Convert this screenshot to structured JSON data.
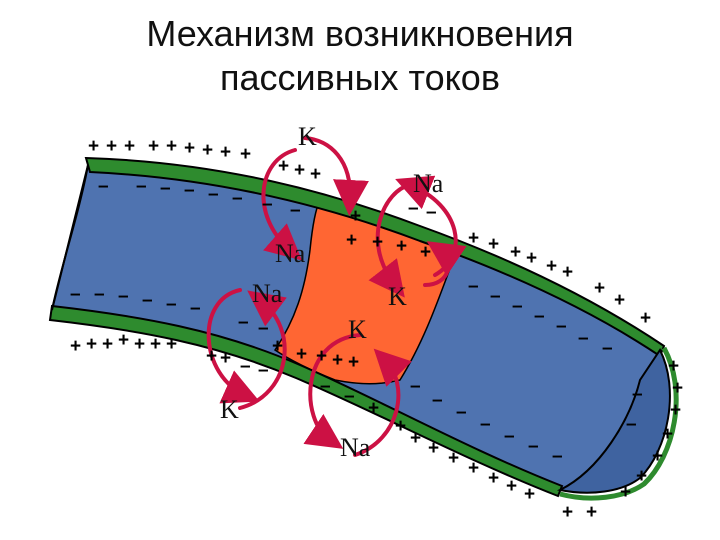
{
  "title": {
    "line1": "Механизм возникновения",
    "line2": "пассивных токов"
  },
  "ions": {
    "k_top": "K",
    "na_top_right": "Na",
    "na_upper_left": "Na",
    "na_middle_left": "Na",
    "k_middle_right": "K",
    "k_center": "K",
    "k_bottom_left": "K",
    "na_bottom": "Na"
  },
  "charges": {
    "plus": "+",
    "minus": "–"
  },
  "colors": {
    "axon_fill": "#4f73b0",
    "membrane": "#2e8b2e",
    "membrane_outline": "#000000",
    "depolarized_zone": "#ff6633",
    "current_arrow": "#cc1144",
    "text": "#111111"
  }
}
